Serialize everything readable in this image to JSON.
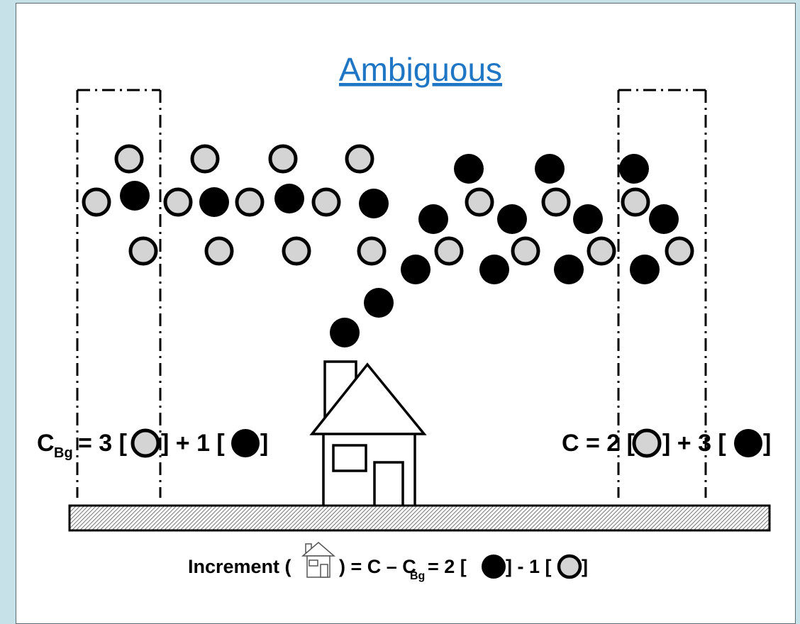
{
  "title": "Ambiguous",
  "legend": {
    "light_particle_color": "#d4d4d4",
    "dark_particle_color": "#000000"
  },
  "equations": {
    "background": {
      "lhs_main": "C",
      "lhs_sub": "Bg",
      "part1": "= 3 [",
      "part2": "] + 1 [",
      "part3": "]"
    },
    "measured": {
      "part1": "C = 2 [",
      "part2": "] + 3 [",
      "part3": "]"
    },
    "increment": {
      "part1": "Increment (",
      "part2": ") = C – C",
      "sub": "Bg",
      "part3": "= 2 [",
      "part4": "] - 1 [",
      "part5": "]"
    }
  }
}
